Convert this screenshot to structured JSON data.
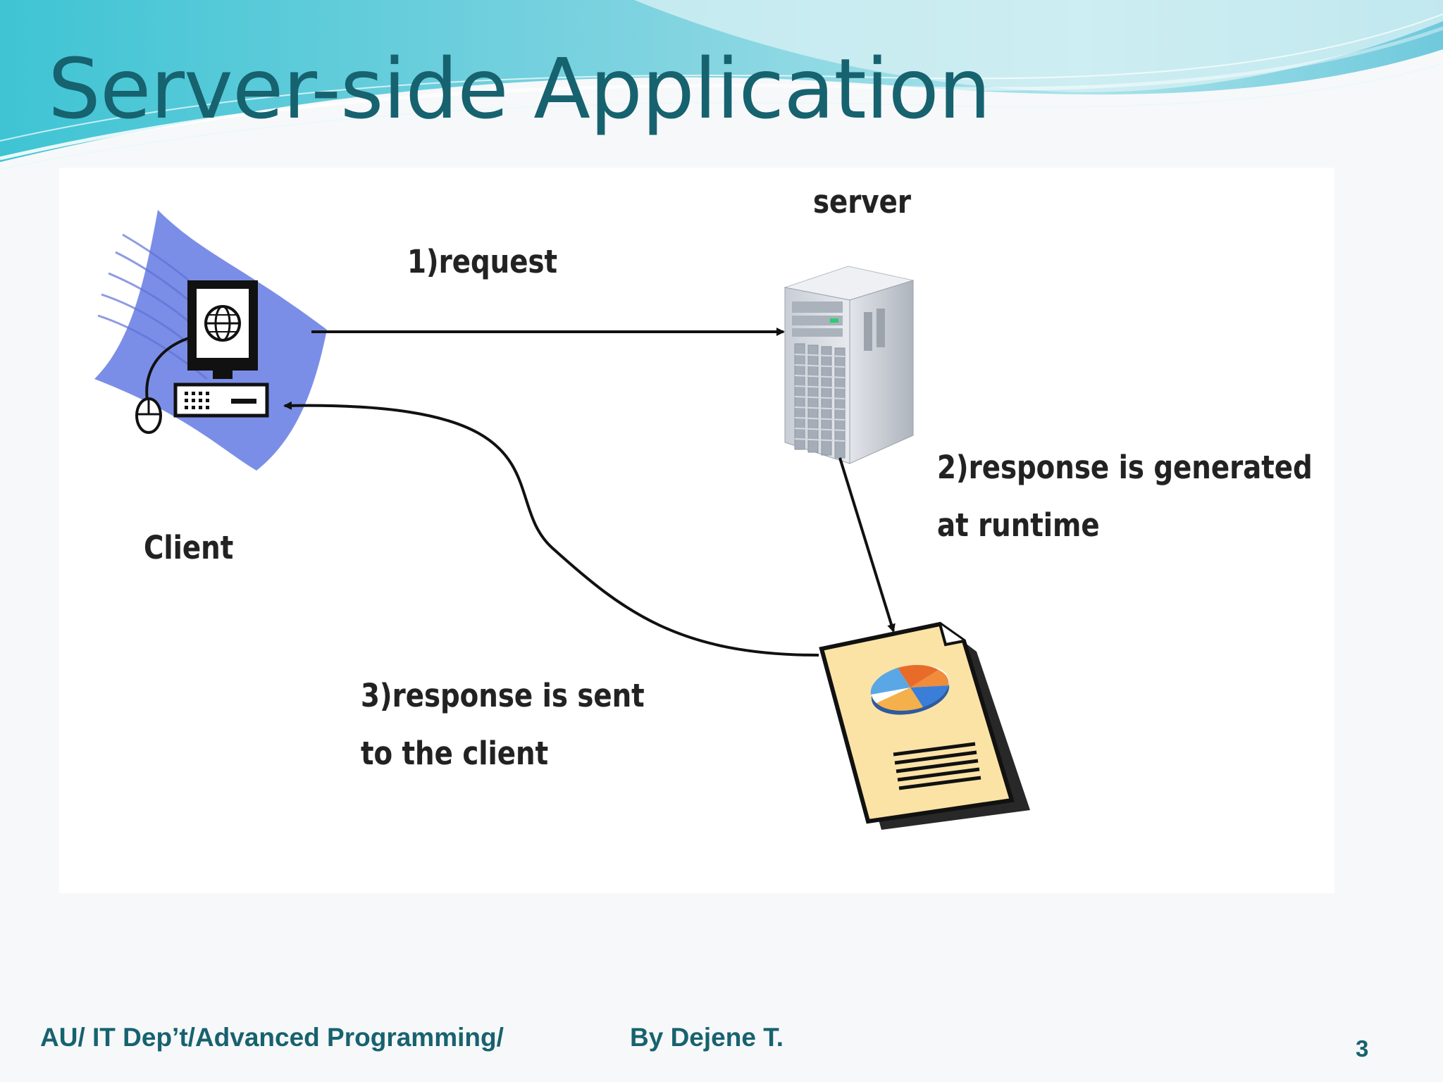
{
  "slide": {
    "title": "Server-side Application",
    "footer_left": "AU/ IT Dep’t/Advanced Programming/",
    "footer_author": "By Dejene T.",
    "page_number": "3"
  },
  "diagram": {
    "nodes": {
      "client_label": "Client",
      "server_label": "server"
    },
    "steps": {
      "request": "1)request",
      "generated_line1": "2)response is generated",
      "generated_line2": "at runtime",
      "sent_line1": "3)response is sent",
      "sent_line2": "to the client"
    }
  },
  "colors": {
    "title": "#17626f",
    "footer": "#17626f",
    "client_swoosh": "#7488e6",
    "document": "#fbe3a6"
  },
  "icons": [
    "computer-icon",
    "server-tower-icon",
    "document-pie-chart-icon"
  ]
}
